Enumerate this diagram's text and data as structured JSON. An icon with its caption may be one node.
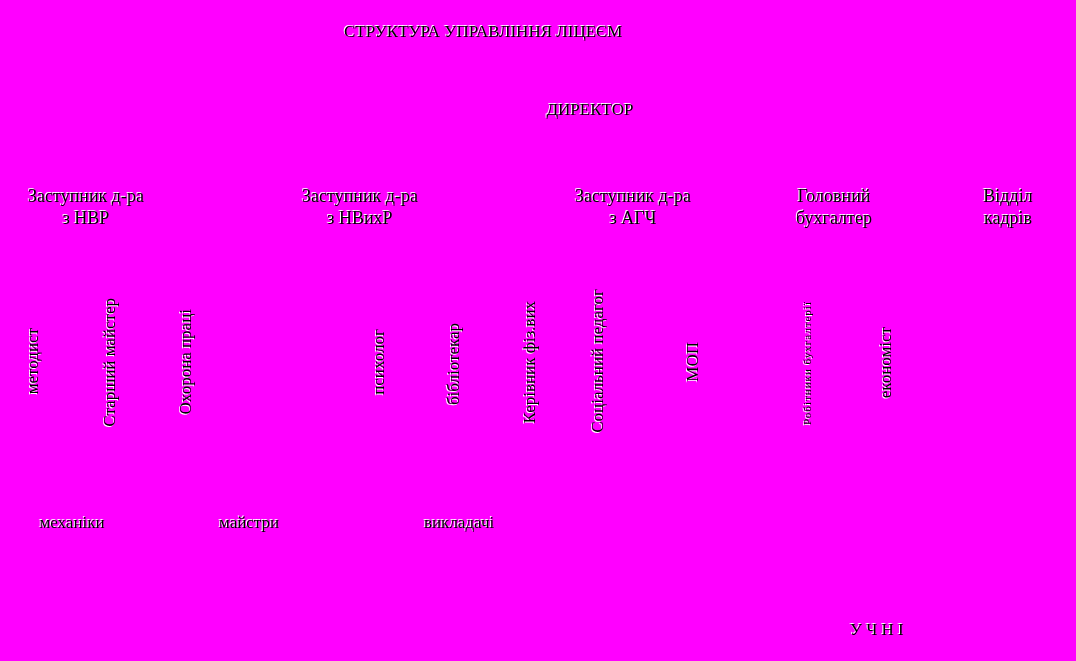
{
  "diagram": {
    "title": "СТРУКТУРА УПРАВЛІННЯ ЛІЦЕЄМ",
    "labels": [
      "ДИРЕКТОР",
      "Заступник д-ра з НВР",
      "Заступник д-ра з НВихР",
      "Заступник д-ра з АГЧ",
      "Головний бухгалтер",
      "Відділ кадрів",
      "методист",
      "Старший майстер",
      "Охорона праці",
      "психолог",
      "бібліотекар",
      "Керівник фіз.вих",
      "Соціальний педагог",
      "МОП",
      "Робітники бухгалтерії",
      "економіст",
      "механіки",
      "майстри",
      "викладачі",
      "У Ч Н І"
    ]
  }
}
